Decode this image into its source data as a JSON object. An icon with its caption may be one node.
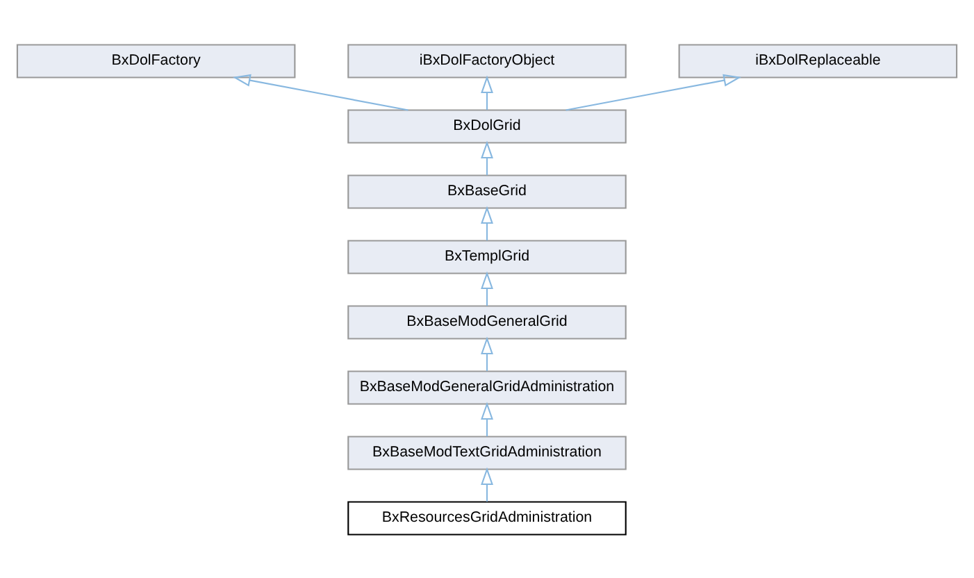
{
  "diagram": {
    "nodes": [
      {
        "text": [
          "BxDolFactory"
        ]
      },
      {
        "text": [
          "iBxDolFactoryObject"
        ]
      },
      {
        "text": [
          "iBxDolReplaceable"
        ]
      },
      {
        "text": [
          "BxDolGrid"
        ]
      },
      {
        "text": [
          "BxBaseGrid"
        ]
      },
      {
        "text": [
          "BxTemplGrid"
        ]
      },
      {
        "text": [
          "BxBaseModGeneralGrid"
        ]
      },
      {
        "text": [
          "BxBaseModGeneralGridAdministration"
        ]
      },
      {
        "text": [
          "BxBaseModTextGridAdministration"
        ]
      },
      {
        "text": [
          "BxResourcesGridAdministration"
        ]
      }
    ],
    "edges": [
      {
        "from": 3,
        "to": 0,
        "arrow": "to"
      },
      {
        "from": 3,
        "to": 1,
        "arrow": "to"
      },
      {
        "from": 3,
        "to": 2,
        "arrow": "to"
      },
      {
        "from": 4,
        "to": 3,
        "arrow": "to"
      },
      {
        "from": 5,
        "to": 4,
        "arrow": "to"
      },
      {
        "from": 6,
        "to": 5,
        "arrow": "to"
      },
      {
        "from": 7,
        "to": 6,
        "arrow": "to"
      },
      {
        "from": 8,
        "to": 7,
        "arrow": "to"
      },
      {
        "from": 9,
        "to": 8,
        "arrow": "to"
      }
    ]
  }
}
